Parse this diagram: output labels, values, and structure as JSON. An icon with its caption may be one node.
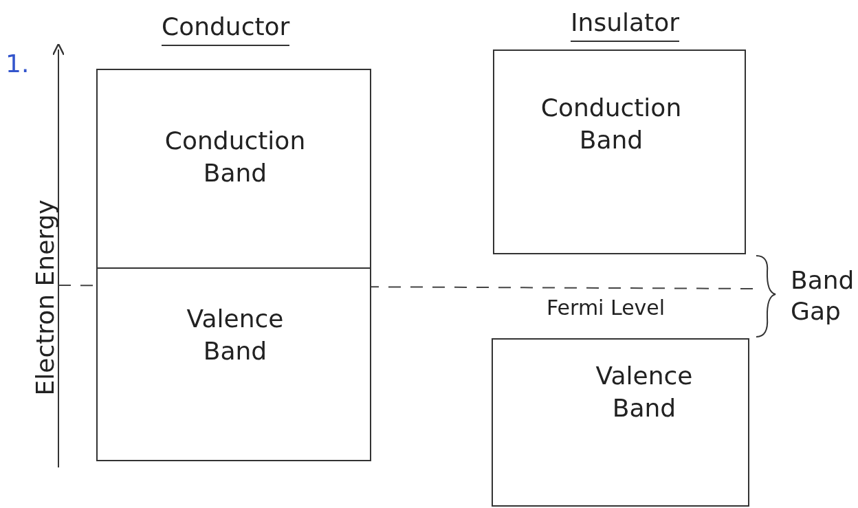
{
  "diagram": {
    "nodes": [
      {
        "text": [
          "Conduction Band"
        ]
      },
      {
        "text": [
          "Valence Band"
        ]
      },
      {
        "text": [
          "Conduction Band"
        ]
      },
      {
        "text": [
          "Valence Band"
        ]
      }
    ],
    "labels": [
      "1.",
      "Conductor",
      "Insulator",
      "Electron Energy",
      "Band Gap",
      "Fermi Level"
    ]
  }
}
